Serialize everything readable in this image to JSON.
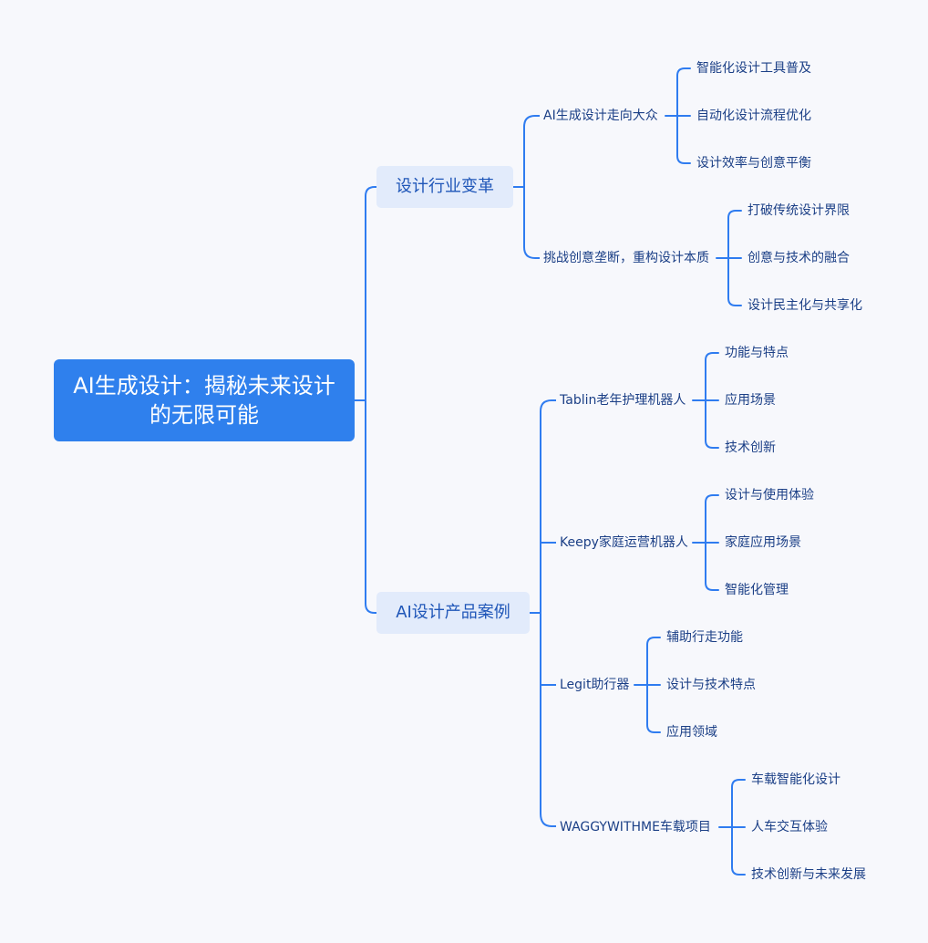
{
  "mindmap": {
    "root": "AI生成设计：揭秘未来设计的无限可能",
    "branches": [
      {
        "label": "设计行业变革",
        "children": [
          {
            "label": "AI生成设计走向大众",
            "children": [
              "智能化设计工具普及",
              "自动化设计流程优化",
              "设计效率与创意平衡"
            ]
          },
          {
            "label": "挑战创意垄断，重构设计本质",
            "children": [
              "打破传统设计界限",
              "创意与技术的融合",
              "设计民主化与共享化"
            ]
          }
        ]
      },
      {
        "label": "AI设计产品案例",
        "children": [
          {
            "label": "Tablin老年护理机器人",
            "children": [
              "功能与特点",
              "应用场景",
              "技术创新"
            ]
          },
          {
            "label": "Keepy家庭运营机器人",
            "children": [
              "设计与使用体验",
              "家庭应用场景",
              "智能化管理"
            ]
          },
          {
            "label": "Legit助行器",
            "children": [
              "辅助行走功能",
              "设计与技术特点",
              "应用领域"
            ]
          },
          {
            "label": "WAGGYWITHME车载项目",
            "children": [
              "车载智能化设计",
              "人车交互体验",
              "技术创新与未来发展"
            ]
          }
        ]
      }
    ]
  },
  "colors": {
    "background": "#f7f8fc",
    "root_fill": "#2f80ed",
    "branch_fill": "#e2ebfb",
    "connector": "#2f7cf0",
    "text": "#1b3f86"
  }
}
